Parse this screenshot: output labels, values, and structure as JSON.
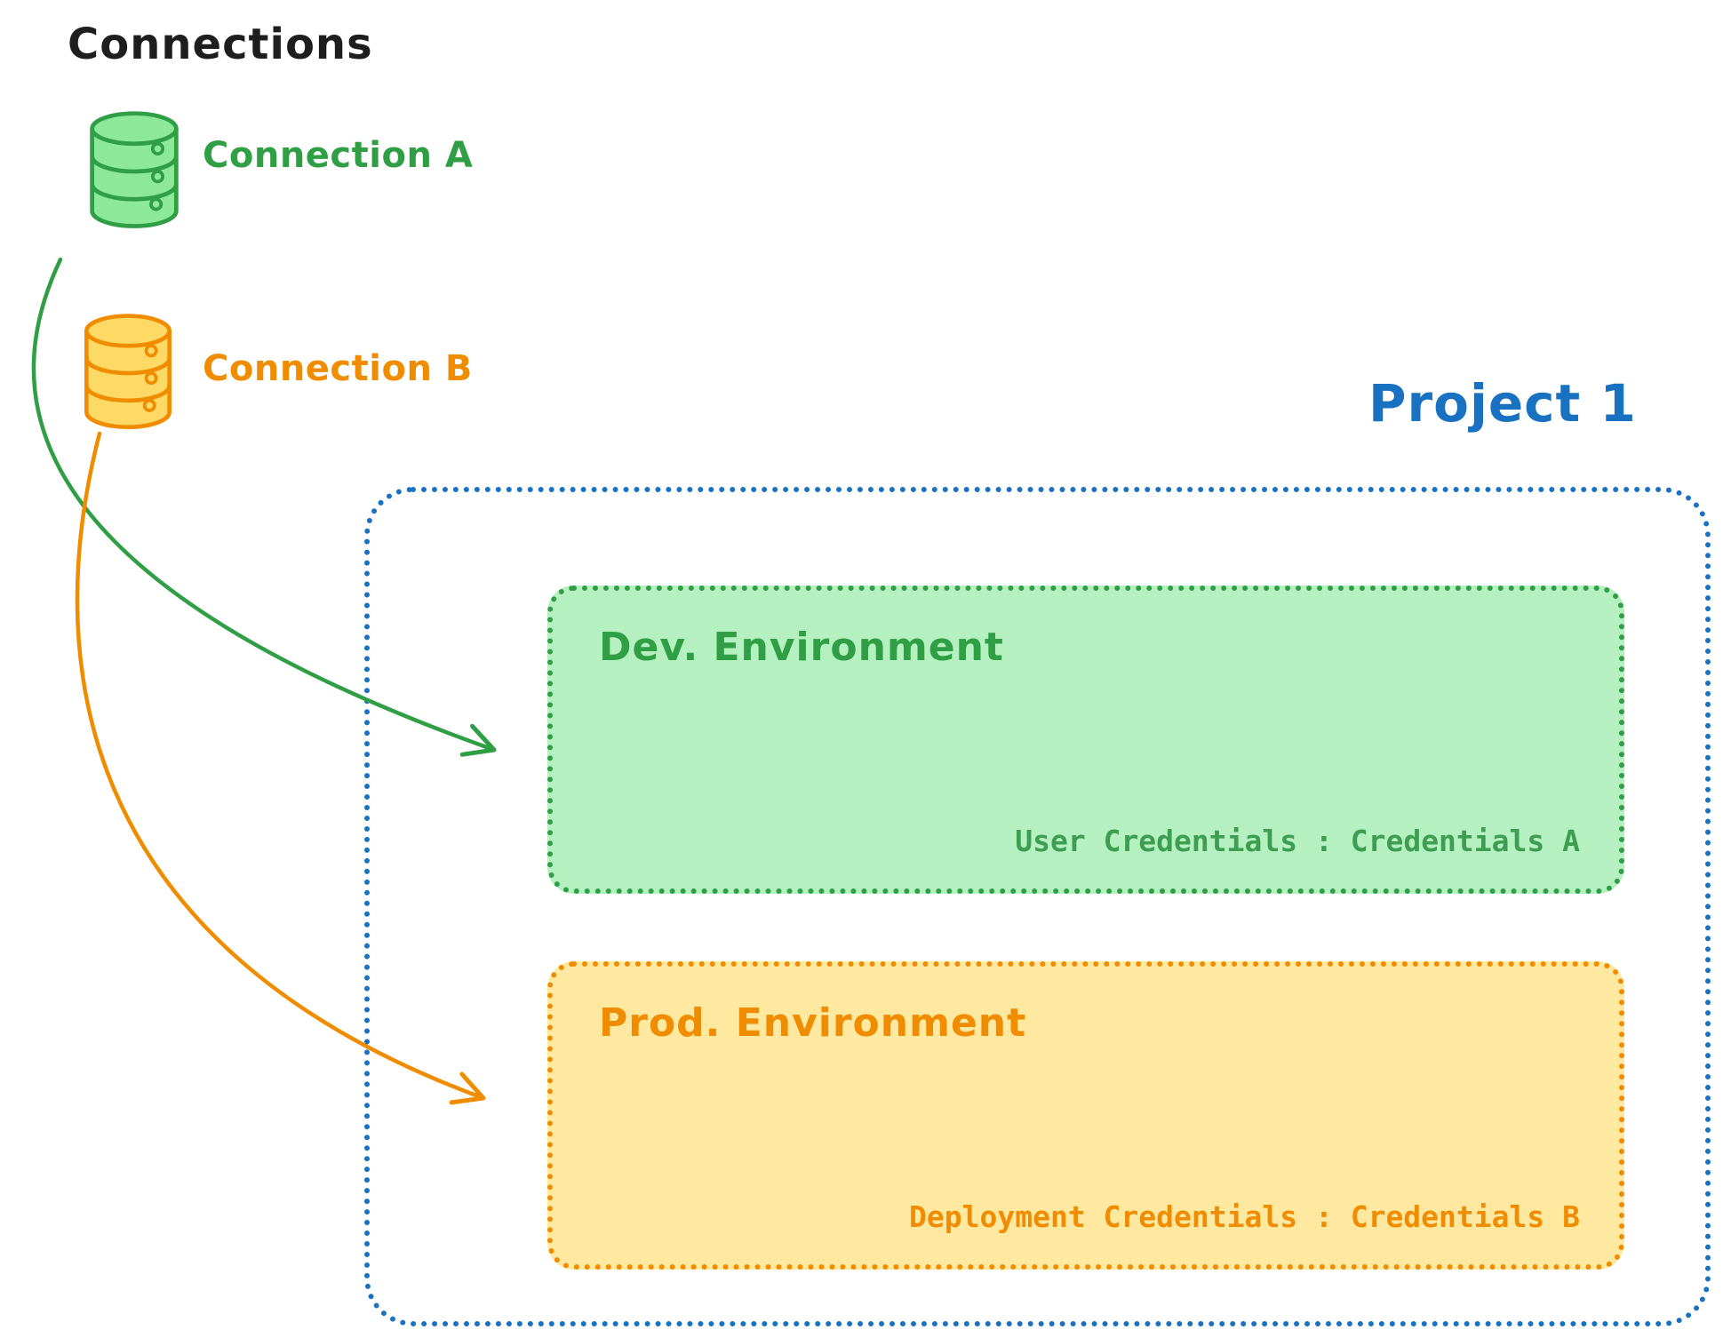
{
  "title": "Connections",
  "colors": {
    "green": "#2f9e44",
    "green_fill": "#b5f0c0",
    "green_icon_fill": "#8ce99a",
    "orange": "#f08c00",
    "orange_fill": "#ffe9a0",
    "orange_icon_fill": "#ffd966",
    "blue": "#1971c2",
    "text": "#1e1e1e"
  },
  "connections": [
    {
      "label": "Connection A",
      "color": "#2f9e44"
    },
    {
      "label": "Connection B",
      "color": "#f08c00"
    }
  ],
  "project": {
    "label": "Project 1",
    "environments": [
      {
        "name": "Dev. Environment",
        "credentials": "User Credentials : Credentials A",
        "color": "#2f9e44"
      },
      {
        "name": "Prod. Environment",
        "credentials": "Deployment Credentials : Credentials B",
        "color": "#f08c00"
      }
    ]
  },
  "relations": [
    {
      "from": "Connection A",
      "to": "Dev. Environment",
      "style": "curved-arrow",
      "color": "#2f9e44"
    },
    {
      "from": "Connection B",
      "to": "Prod. Environment",
      "style": "curved-arrow",
      "color": "#f08c00"
    }
  ]
}
